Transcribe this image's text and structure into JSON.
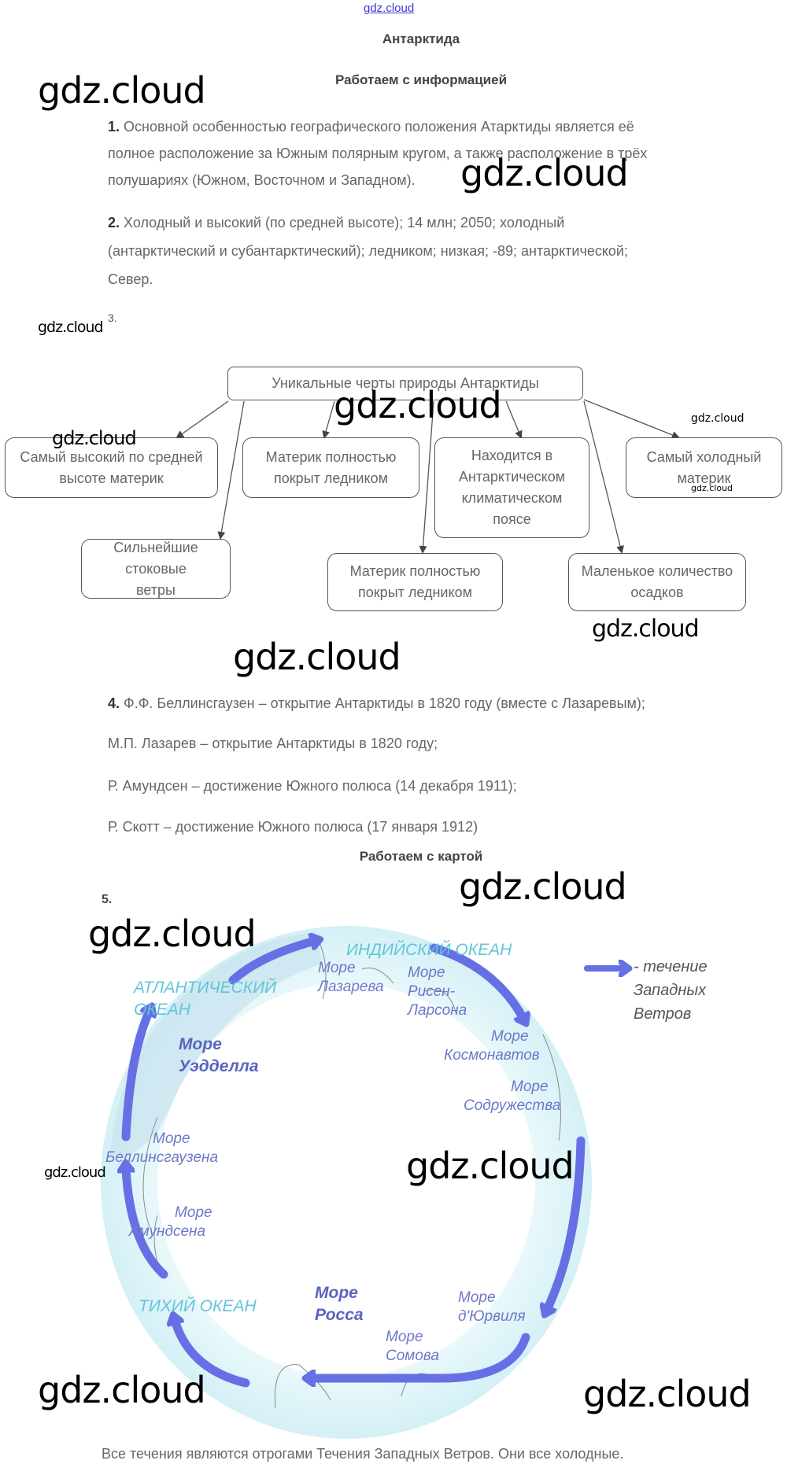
{
  "watermark": "gdz.cloud",
  "top_link": "gdz.cloud",
  "title": "Антарктида",
  "section_info": "Работаем с информацией",
  "q1": {
    "num": "1.",
    "lines": [
      "Основной особенностью географического положения Атарктиды является её",
      "полное расположение за Южным полярным кругом, а также расположение в трёх",
      "полушариях (Южном, Восточном и Западном)."
    ]
  },
  "q2": {
    "num": "2.",
    "lines": [
      "Холодный и высокий (по средней высоте); 14 млн; 2050; холодный",
      "(антарктический и субантарктический); ледником; низкая; -89; антарктической;",
      "Север."
    ]
  },
  "q3": {
    "num": "3.",
    "root": "Уникальные черты природы Антарктиды",
    "boxes": [
      "Самый высокий по средней высоте материк",
      "Материк полностью покрыт ледником",
      "Находится в Антарктическом климатическом поясе",
      "Самый холодный материк",
      "Сильнейшие стоковые ветры",
      "Материк полностью покрыт ледником",
      "Маленькое количество осадков"
    ]
  },
  "q4": {
    "num": "4.",
    "lines": [
      "Ф.Ф. Беллинсгаузен – открытие Антарктиды в 1820 году (вместе с Лазаревым);",
      "М.П. Лазарев – открытие Антарктиды в 1820 году;",
      "Р. Амундсен – достижение Южного полюса (14 декабря 1911);",
      "Р. Скотт – достижение Южного полюса (17 января 1912)"
    ]
  },
  "section_map": "Работаем с картой",
  "q5": {
    "num": "5.",
    "legend": [
      "- течение",
      "Западных",
      "Ветров"
    ],
    "oceans": {
      "indian": "ИНДИЙСКИЙ ОКЕАН",
      "atlantic": [
        "АТЛАНТИЧЕСКИЙ",
        "ОКЕАН"
      ],
      "pacific": "ТИХИЙ ОКЕАН"
    },
    "seas": {
      "lazarev": [
        "Море",
        "Лазарева"
      ],
      "riiser": [
        "Море",
        "Рисен-",
        "Ларсона"
      ],
      "weddell": [
        "Море",
        "Уэдделла"
      ],
      "cosmonauts": [
        "Море",
        "Космонавтов"
      ],
      "commonwealth": [
        "Море",
        "Содружества"
      ],
      "bellingshausen": [
        "Море",
        "Беллинсгаузена"
      ],
      "amundsen": [
        "Море",
        "Амундсена"
      ],
      "ross": [
        "Море",
        "Росса"
      ],
      "somov": [
        "Море",
        "Сомова"
      ],
      "durville": [
        "Море",
        "д'Юрвиля"
      ]
    },
    "arrow_color": "#6670e4",
    "conclusion": "Все течения являются отрогами Течения Западных Ветров. Они все холодные."
  }
}
